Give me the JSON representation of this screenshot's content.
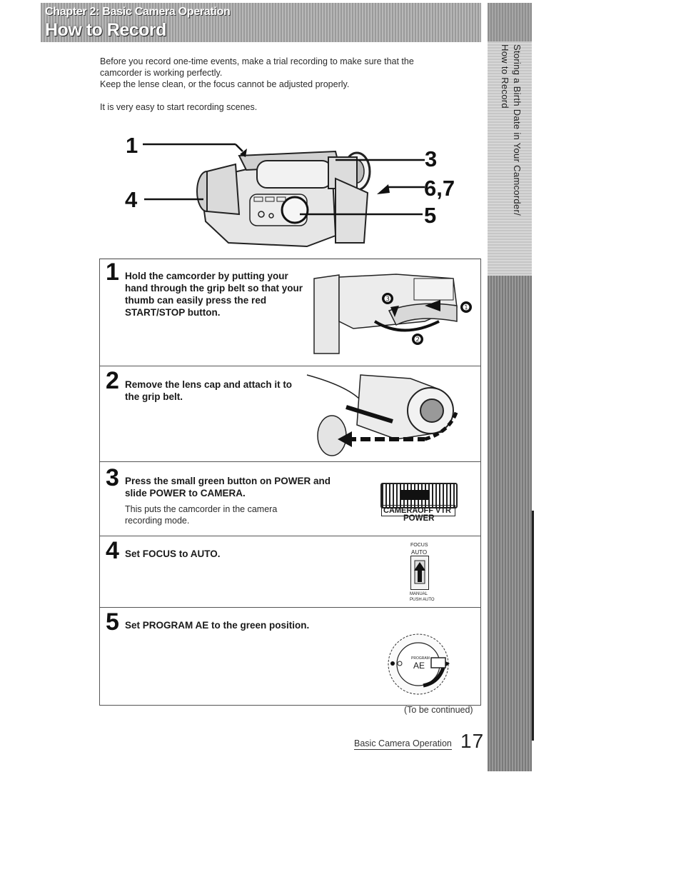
{
  "header": {
    "chapter": "Chapter 2: Basic Camera Operation",
    "title": "How to Record"
  },
  "side_tab": {
    "line1": "Storing a Birth Date in Your Camcorder/",
    "line2": "How to Record"
  },
  "intro": {
    "p1": "Before you record one-time events, make a trial recording to make sure that the camcorder is working perfectly.",
    "p2": "Keep the lense clean, or the focus cannot be adjusted properly.",
    "p3": "It is very easy to start recording scenes."
  },
  "callouts": {
    "c1": "1",
    "c3": "3",
    "c4": "4",
    "c67": "6,7",
    "c5": "5"
  },
  "steps": [
    {
      "number": "1",
      "text": "Hold the camcorder by putting your hand through the grip belt so that your thumb can easily press the red START/STOP button.",
      "markers": [
        "➊",
        "➋",
        "➌"
      ]
    },
    {
      "number": "2",
      "text": "Remove the lens cap and attach it to the grip belt."
    },
    {
      "number": "3",
      "text": "Press the small green button on POWER and slide POWER to CAMERA.",
      "note": "This puts the camcorder in the camera recording mode.",
      "switch_labels": {
        "camera": "CAMERA",
        "off": "OFF",
        "vtr": "VTR",
        "caption": "POWER"
      }
    },
    {
      "number": "4",
      "text": "Set FOCUS to AUTO.",
      "switch_labels": {
        "title": "FOCUS",
        "auto": "AUTO",
        "manual": "MANUAL",
        "push": "PUSH AUTO"
      }
    },
    {
      "number": "5",
      "text": "Set PROGRAM AE to the green position.",
      "dial_labels": {
        "small": "PROGRAM",
        "big": "AE"
      }
    }
  ],
  "continued": "(To be continued)",
  "footer": {
    "section": "Basic Camera Operation",
    "page": "17"
  }
}
